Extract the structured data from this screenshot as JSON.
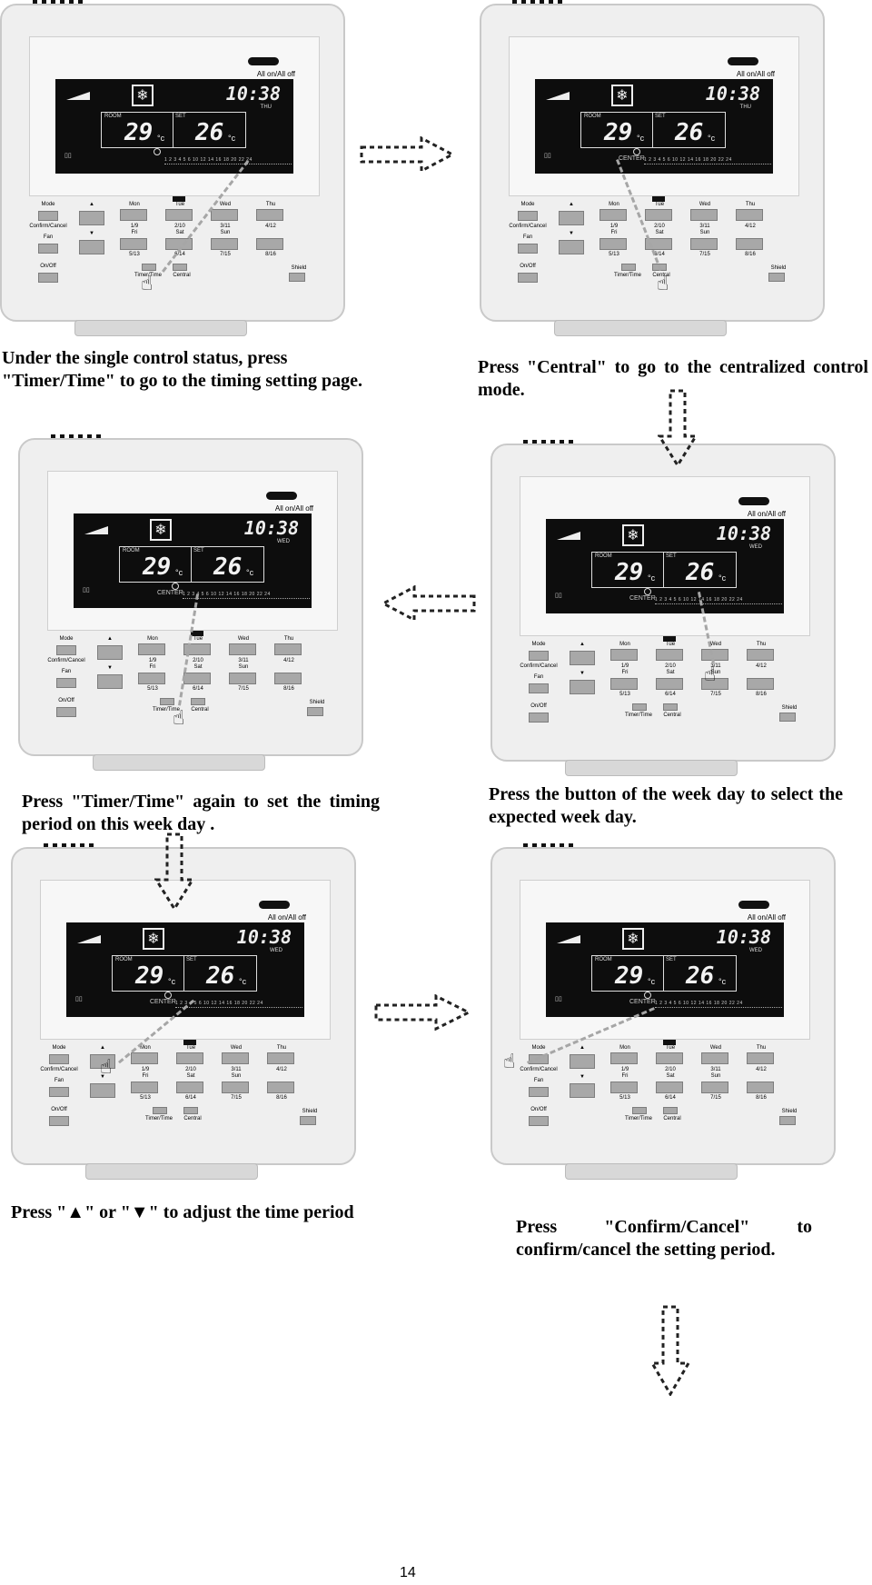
{
  "controller": {
    "all_onoff": "All on/All off",
    "time": "10:38",
    "day_thu": "THU",
    "day_wed": "WED",
    "room_label": "ROOM",
    "set_label": "SET",
    "room_temp": "29",
    "set_temp": "26",
    "deg_unit": "°c",
    "center_label": "CENTER",
    "hours": "1 2 3 4 5 6 10 12 14 16 18 20 22 24",
    "left_buttons": {
      "mode": "Mode",
      "confirm_cancel": "Confirm/Cancel",
      "fan": "Fan",
      "onoff": "On/Off",
      "up": "▲",
      "down": "▼"
    },
    "days_top": [
      "Mon",
      "Tue",
      "Wed",
      "Thu"
    ],
    "days_mid_nums": [
      "1/9",
      "2/10",
      "3/11",
      "4/12"
    ],
    "days_mid": [
      "Fri",
      "Sat",
      "Sun"
    ],
    "days_bottom_nums": [
      "5/13",
      "6/14",
      "7/15",
      "8/16"
    ],
    "timer_time": "Timer/Time",
    "central": "Central",
    "shield": "Shield"
  },
  "captions": {
    "c1": "Under the single control status, press \"Timer/Time\" to go to the timing setting page.",
    "c2": "Press \"Central\" to go to the centralized control mode.",
    "c3": "Press \"Timer/Time\" again to set the timing period on this week day .",
    "c4": "Press the button of the week day to select the expected week day.",
    "c5": "Press \"▲\" or \"▼\" to adjust the time period",
    "c6": "Press \"Confirm/Cancel\" to confirm/cancel the setting period."
  },
  "page_number": "14"
}
